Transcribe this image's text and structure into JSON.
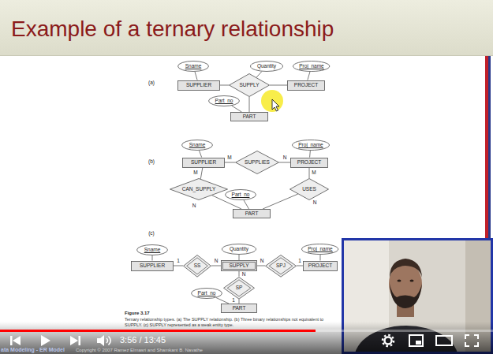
{
  "diagram": {
    "title": "Example of a ternary relationship",
    "caption": "Ternary relationship types. (a) The SUPPLY relationship. (b) Three binary relationships not equivalent to SUPPLY. (c) SUPPLY represented as a weak entity type.",
    "nodes": [
      {
        "text": [
          "Sname"
        ]
      },
      {
        "text": [
          "Quantity"
        ]
      },
      {
        "text": [
          "Proj_name"
        ]
      },
      {
        "text": [
          "SUPPLIER"
        ]
      },
      {
        "text": [
          "SUPPLY"
        ]
      },
      {
        "text": [
          "PROJECT"
        ]
      },
      {
        "text": [
          "Part_no"
        ]
      },
      {
        "text": [
          "PART"
        ]
      },
      {
        "text": [
          "Sname"
        ]
      },
      {
        "text": [
          "Proj_name"
        ]
      },
      {
        "text": [
          "SUPPLIER"
        ]
      },
      {
        "text": [
          "SUPPLIES"
        ]
      },
      {
        "text": [
          "PROJECT"
        ]
      },
      {
        "text": [
          "CAN_SUPPLY"
        ]
      },
      {
        "text": [
          "USES"
        ]
      },
      {
        "text": [
          "Part_no"
        ]
      },
      {
        "text": [
          "PART"
        ]
      },
      {
        "text": [
          "Sname"
        ]
      },
      {
        "text": [
          "Quantity"
        ]
      },
      {
        "text": [
          "Proj_name"
        ]
      },
      {
        "text": [
          "SUPPLIER"
        ]
      },
      {
        "text": [
          "SS"
        ]
      },
      {
        "text": [
          "SUPPLY"
        ]
      },
      {
        "text": [
          "SPJ"
        ]
      },
      {
        "text": [
          "PROJECT"
        ]
      },
      {
        "text": [
          "SP"
        ]
      },
      {
        "text": [
          "Part_no"
        ]
      },
      {
        "text": [
          "PART"
        ]
      }
    ],
    "edges": [
      {
        "from": 0,
        "to": 3,
        "arrow": "none"
      },
      {
        "from": 1,
        "to": 4,
        "arrow": "none"
      },
      {
        "from": 2,
        "to": 5,
        "arrow": "none"
      },
      {
        "from": 3,
        "to": 4,
        "arrow": "none"
      },
      {
        "from": 4,
        "to": 5,
        "arrow": "none"
      },
      {
        "from": 4,
        "to": 7,
        "arrow": "none"
      },
      {
        "from": 6,
        "to": 7,
        "arrow": "none"
      },
      {
        "from": 8,
        "to": 10,
        "arrow": "none"
      },
      {
        "from": 9,
        "to": 12,
        "arrow": "none"
      },
      {
        "from": 10,
        "to": 11,
        "arrow": "none"
      },
      {
        "from": 11,
        "to": 12,
        "arrow": "none"
      },
      {
        "from": 10,
        "to": 13,
        "arrow": "none"
      },
      {
        "from": 13,
        "to": 16,
        "arrow": "none"
      },
      {
        "from": 12,
        "to": 14,
        "arrow": "none"
      },
      {
        "from": 14,
        "to": 16,
        "arrow": "none"
      },
      {
        "from": 15,
        "to": 16,
        "arrow": "none"
      },
      {
        "from": 17,
        "to": 20,
        "arrow": "none"
      },
      {
        "from": 18,
        "to": 22,
        "arrow": "none"
      },
      {
        "from": 19,
        "to": 24,
        "arrow": "none"
      },
      {
        "from": 20,
        "to": 21,
        "arrow": "none"
      },
      {
        "from": 21,
        "to": 22,
        "arrow": "none"
      },
      {
        "from": 22,
        "to": 23,
        "arrow": "none"
      },
      {
        "from": 23,
        "to": 24,
        "arrow": "none"
      },
      {
        "from": 22,
        "to": 25,
        "arrow": "none"
      },
      {
        "from": 25,
        "to": 27,
        "arrow": "none"
      },
      {
        "from": 26,
        "to": 27,
        "arrow": "none"
      }
    ],
    "labels": [
      "(a)",
      "(b)",
      "(c)",
      "M",
      "N",
      "M",
      "N",
      "M",
      "N",
      "1",
      "N",
      "N",
      "1",
      "N",
      "1",
      "Figure 3.17",
      "ata Modeling - ER Model",
      "Copyright © 2007 Ramez Elmasri and Shamkant B. Navathe",
      "3:56 / 13:45"
    ]
  }
}
